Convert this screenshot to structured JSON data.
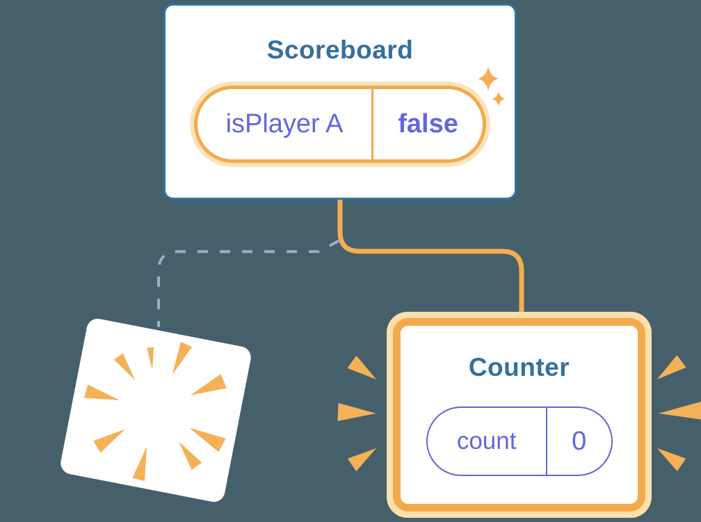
{
  "scoreboard": {
    "title": "Scoreboard",
    "state": {
      "name": "isPlayer A",
      "value": "false"
    }
  },
  "counter": {
    "title": "Counter",
    "state": {
      "name": "count",
      "value": "0"
    }
  },
  "colors": {
    "background": "#46606b",
    "card_bg": "#ffffff",
    "scoreboard_border": "#2e74a8",
    "title_text": "#35709e",
    "state_text": "#6267dd",
    "state_border": "#5f65d7",
    "orange": "#f4aa4b",
    "connector": "#f5ad52",
    "orange_divider": "#efa94f",
    "orange_halo": "#fbe3bd",
    "counter_halo": "#fcdfad",
    "burst": "#f5b157",
    "dashed_line": "#94b4cc",
    "sparkle": "#f6ae54"
  }
}
